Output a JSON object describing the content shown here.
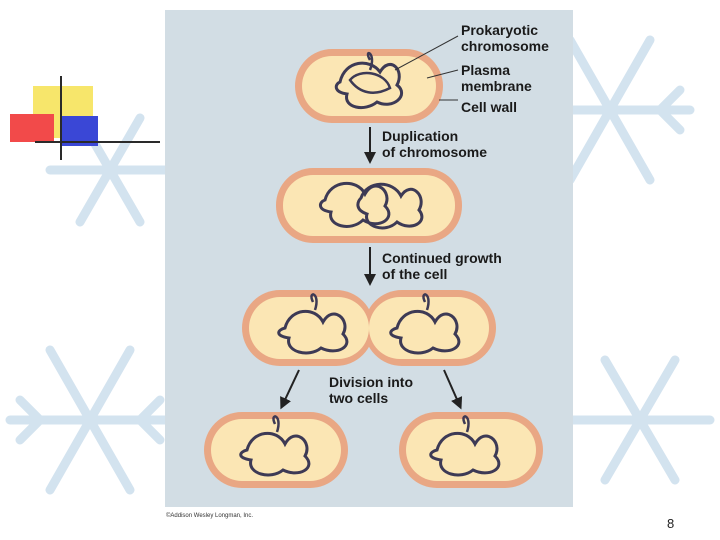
{
  "labels": {
    "prokaryotic_chromosome": [
      "Prokaryotic",
      "chromosome"
    ],
    "plasma_membrane": [
      "Plasma",
      "membrane"
    ],
    "cell_wall": "Cell wall",
    "duplication": [
      "Duplication",
      "of chromosome"
    ],
    "continued_growth": [
      "Continued growth",
      "of the cell"
    ],
    "division": [
      "Division into",
      "two cells"
    ]
  },
  "copyright": "©Addison Wesley Longman, Inc.",
  "page_number": "8",
  "colors": {
    "panel": "#d2dde4",
    "cell_wall": "#e9a784",
    "cytoplasm": "#fbe6b4",
    "chromosome": "#3d3a55",
    "snowflake": "#c8daea"
  }
}
